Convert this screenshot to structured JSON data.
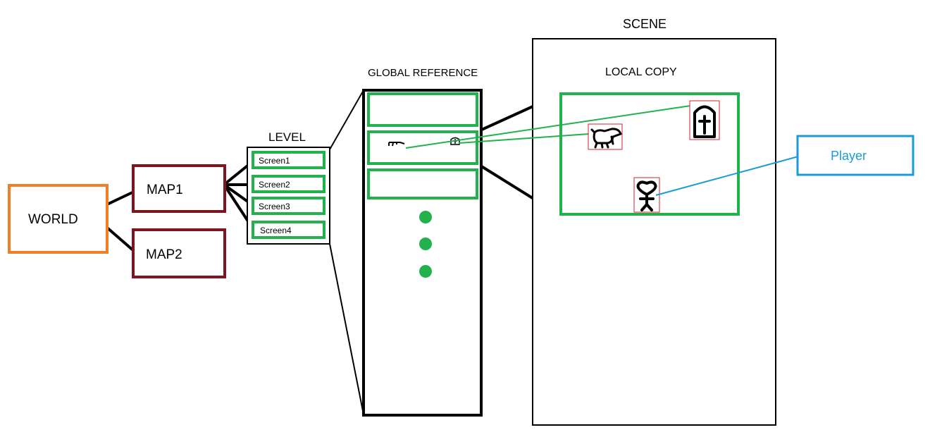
{
  "world": {
    "label": "WORLD",
    "color": "#f07f2a"
  },
  "maps": [
    {
      "label": "MAP1",
      "color": "#7f1320"
    },
    {
      "label": "MAP2",
      "color": "#7f1320"
    }
  ],
  "level": {
    "title": "LEVEL",
    "screens": [
      "Screen1",
      "Screen2",
      "Screen3",
      "Screen4"
    ]
  },
  "global_reference": {
    "title": "GLOBAL REFERENCE"
  },
  "scene": {
    "title": "SCENE"
  },
  "local_copy": {
    "title": "LOCAL COPY"
  },
  "player": {
    "label": "Player",
    "color": "#1a9bd7"
  },
  "accent_green": "#22b14c",
  "icons": [
    "gun-icon",
    "tombstone-icon",
    "dog-icon",
    "stick-figure-icon"
  ]
}
